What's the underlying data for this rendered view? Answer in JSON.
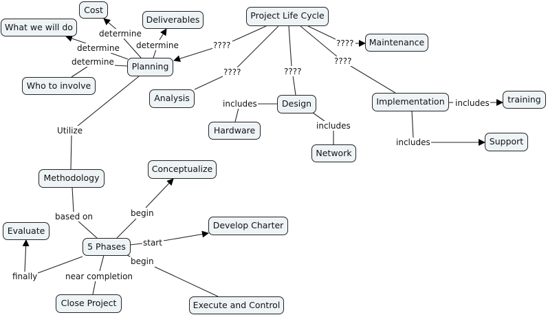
{
  "concept_map": {
    "nodes": {
      "cost": "Cost",
      "deliverables": "Deliverables",
      "what_we_will_do": "What we will do",
      "planning": "Planning",
      "who_to_involve": "Who to involve",
      "project_life_cycle": "Project Life Cycle",
      "maintenance": "Maintenance",
      "analysis": "Analysis",
      "design": "Design",
      "implementation": "Implementation",
      "training": "training",
      "hardware": "Hardware",
      "network": "Network",
      "support": "Support",
      "conceptualize": "Conceptualize",
      "methodology": "Methodology",
      "develop_charter": "Develop Charter",
      "evaluate": "Evaluate",
      "five_phases": "5 Phases",
      "close_project": "Close Project",
      "execute_and_control": "Execute and Control"
    },
    "links": {
      "determine_cost": "determine",
      "determine_deliverables": "determine",
      "determine_what": "determine",
      "determine_who": "determine",
      "plc_planning": "????",
      "plc_maintenance": "????",
      "plc_analysis": "????",
      "plc_design": "????",
      "plc_implementation": "????",
      "design_hardware": "includes",
      "design_network": "includes",
      "impl_training": "includes",
      "impl_support": "includes",
      "utilize": "Utilize",
      "based_on": "based on",
      "begin_conceptualize": "begin",
      "start_charter": "start",
      "begin_execute": "begin",
      "finally": "finally",
      "near_completion": "near completion"
    }
  }
}
